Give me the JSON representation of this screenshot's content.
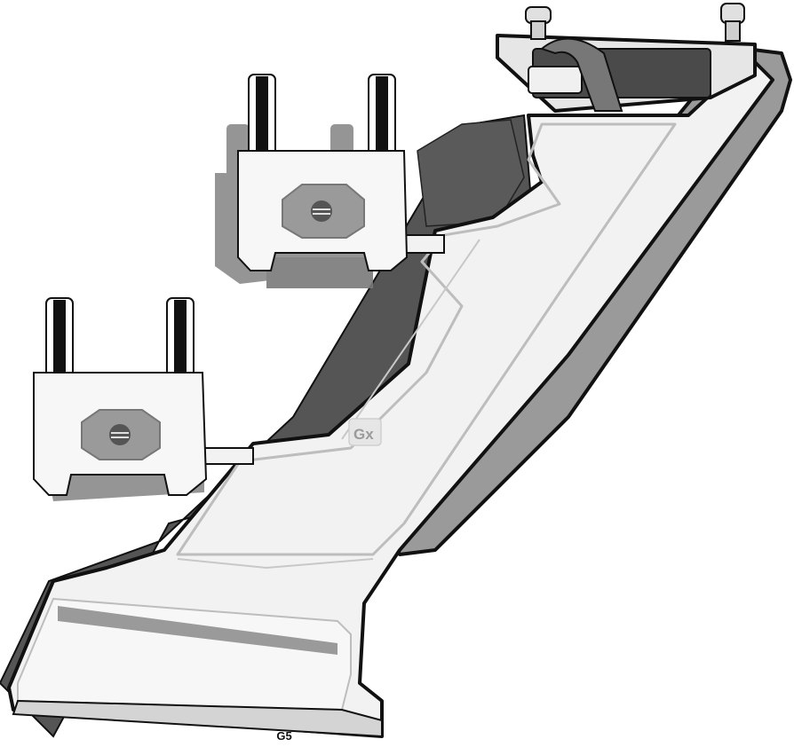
{
  "model_badge": "Gx",
  "figure_label": "G5",
  "colors": {
    "outline": "#111111",
    "body_light": "#f2f2f2",
    "body_mid": "#d4d4d4",
    "body_dark": "#8c8c8c",
    "shadow_dark": "#555555",
    "ghost_gray": "#7a7a7a",
    "rail_gray": "#9a9a9a"
  },
  "components": {
    "tower_mount": "tower-mount",
    "rack_upper": "board-rack-upper",
    "rack_lower": "board-rack-lower",
    "knobs": [
      "knob-left",
      "knob-right"
    ]
  }
}
